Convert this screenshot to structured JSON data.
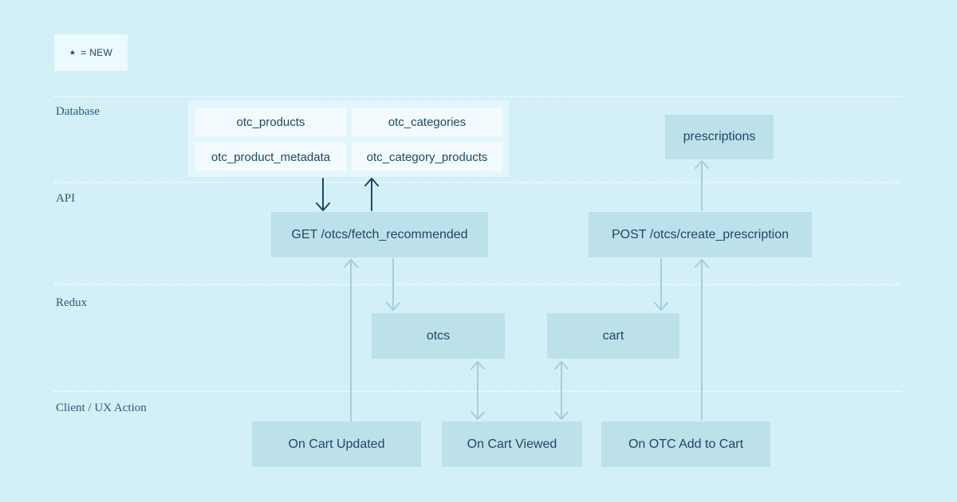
{
  "legend": {
    "star": "★",
    "text": "= NEW"
  },
  "layers": {
    "database": "Database",
    "api": "API",
    "redux": "Redux",
    "client": "Client / UX Action"
  },
  "database": {
    "otc_products": "otc_products",
    "otc_categories": "otc_categories",
    "otc_product_metadata": "otc_product_metadata",
    "otc_category_products": "otc_category_products",
    "prescriptions": "prescriptions"
  },
  "api": {
    "fetch_recommended": "GET /otcs/fetch_recommended",
    "create_prescription": "POST /otcs/create_prescription"
  },
  "redux": {
    "otcs": "otcs",
    "cart": "cart"
  },
  "client": {
    "cart_updated": "On Cart Updated",
    "cart_viewed": "On Cart Viewed",
    "otc_add_to_cart": "On OTC Add to Cart"
  },
  "colors": {
    "background": "#d3f0f8",
    "node_fill": "#bde1ea",
    "table_fill": "#f3fbfe",
    "group_fill": "#e3f6fb",
    "text": "#1c4766",
    "arrow_dark": "#1c4766",
    "arrow_light": "#a8cdd8",
    "divider": "#f2fbfe"
  }
}
